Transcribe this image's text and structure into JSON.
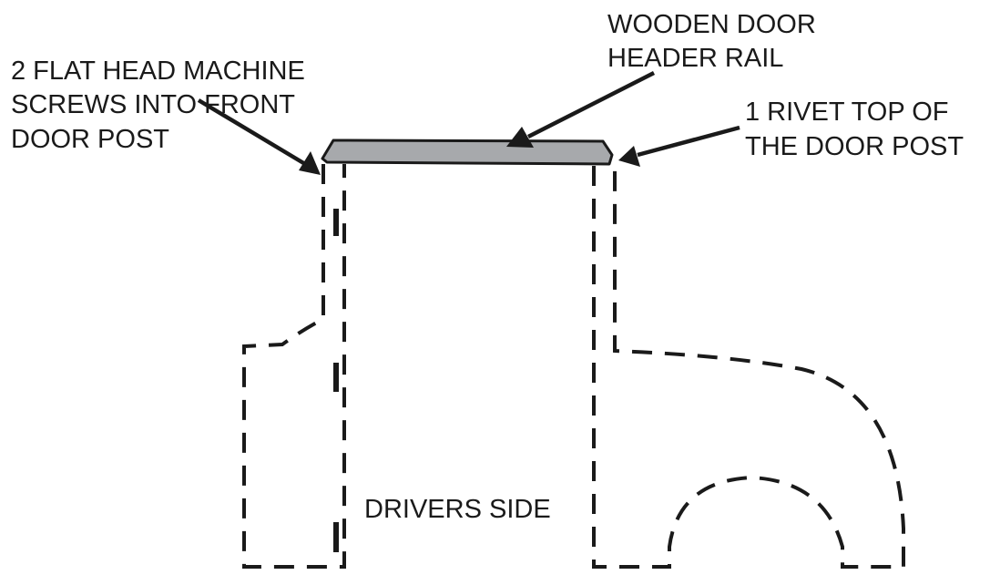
{
  "labels": {
    "header_rail": [
      "WOODEN DOOR",
      "HEADER RAIL"
    ],
    "screws": [
      "2 FLAT HEAD MACHINE",
      "SCREWS INTO FRONT",
      "DOOR POST"
    ],
    "rivet": [
      "1 RIVET TOP OF",
      "THE DOOR POST"
    ],
    "side": "DRIVERS SIDE"
  },
  "colors": {
    "ink": "#1a1a1a",
    "rail_fill": "#a7a9ac",
    "background": "#ffffff"
  }
}
